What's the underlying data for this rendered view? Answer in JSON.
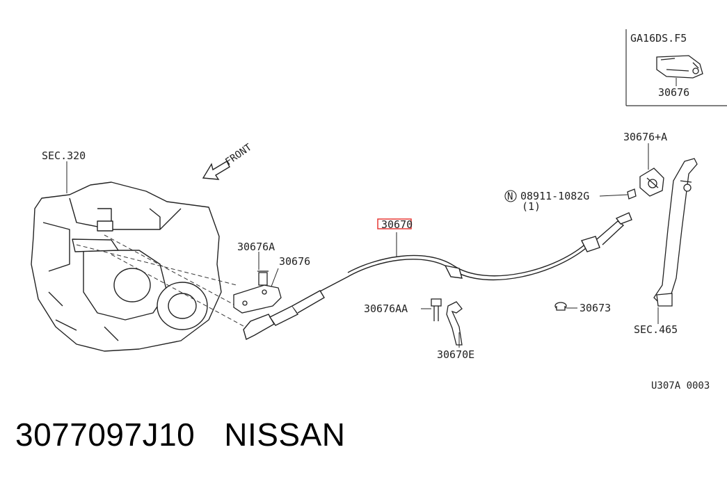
{
  "inset": {
    "engine": "GA16DS.F5",
    "part": "30676"
  },
  "labels": {
    "transaxle": "SEC.320",
    "front": "FRONT",
    "clutch_cable": "30670",
    "bracket_bolt": "30676A",
    "bracket": "30676",
    "bracket_a": "30676+A",
    "nut_symbol": "N",
    "nut": "08911-1082G",
    "nut_qty": "(1)",
    "clip_bolt": "30676AA",
    "clip": "30670E",
    "grommet": "30673",
    "pedal": "SEC.465",
    "diagram_code": "U307A 0003"
  },
  "highlight": {
    "part": "30670",
    "color": "#e53935"
  },
  "footer": {
    "part_number": "3077097J10",
    "brand": "NISSAN"
  }
}
